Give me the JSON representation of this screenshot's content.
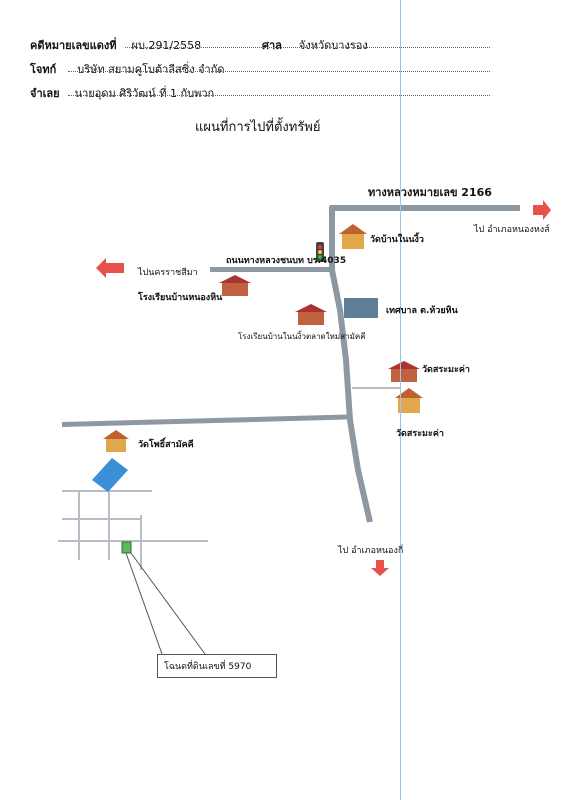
{
  "header": {
    "case_label": "คดีหมายเลขแดงที่",
    "case_value": "ผบ.291/2558",
    "court_label": "ศาล",
    "court_value": "จังหวัดบางรอง",
    "plaintiff_label": "โจทก์",
    "plaintiff_value": "บริษัท สยามคูโบต้าลีสซิ่ง จำกัด",
    "defendant_label": "จำเลย",
    "defendant_value": "นายอุดม ศิริวัฒน์ ที่ 1 กับพวก"
  },
  "map": {
    "title": "แผนที่การไปที่ตั้งทรัพย์",
    "highway_label": "ทางหลวงหมายเลข 2166",
    "road_label": "ถนนทางหลวงชนบท บร.4035",
    "to_nakhon": "ไปนครราชสีมา",
    "to_nongkhi": "ไป อำเภอหนองกี่",
    "to_nonghong": "ไป อำเภอหนองหงส์",
    "wat_ban_nong_ngio": "วัดบ้านในนงิ้ว",
    "school_1": "โรงเรียนบ้านหนองหิน",
    "school_2": "โรงเรียนบ้านในนงิ้วตลาดใหม่สามัคคี",
    "municipality": "เทศบาล ต.ห้วยหิน",
    "wat_sra_makham_1": "วัดสระมะค่า",
    "wat_sra_makham_2": "วัดสระมะค่า",
    "wat_pho_samakkhi": "วัดโพธิ์สามัคคี",
    "callout": "โฉนดที่ดินเลขที่ 5970"
  },
  "colors": {
    "road": "#8e98a3",
    "arrow": "#e8514a",
    "parcel": "#5cb85c",
    "temple": "#e0a84a",
    "building": "#5f7f99"
  }
}
